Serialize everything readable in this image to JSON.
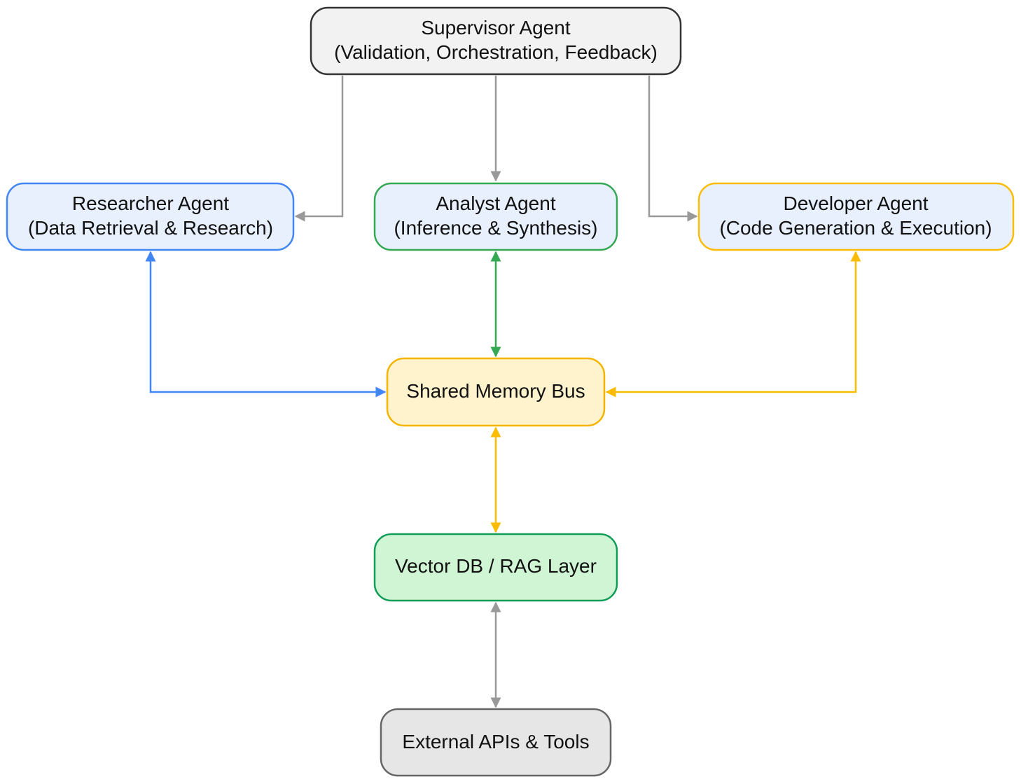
{
  "nodes": {
    "supervisor": {
      "line1": "Supervisor Agent",
      "line2": "(Validation, Orchestration, Feedback)",
      "fill": "#f2f2f2",
      "stroke": "#333333"
    },
    "researcher": {
      "line1": "Researcher Agent",
      "line2": "(Data Retrieval & Research)",
      "fill": "#e8f0fe",
      "stroke": "#4285f4"
    },
    "analyst": {
      "line1": "Analyst Agent",
      "line2": "(Inference & Synthesis)",
      "fill": "#e8f0fe",
      "stroke": "#34a853"
    },
    "developer": {
      "line1": "Developer Agent",
      "line2": "(Code Generation & Execution)",
      "fill": "#e8f0fe",
      "stroke": "#fbbc04"
    },
    "memory": {
      "label": "Shared Memory Bus",
      "fill": "#fef3cd",
      "stroke": "#f4b400"
    },
    "vector": {
      "label": "Vector DB / RAG Layer",
      "fill": "#d0f5d4",
      "stroke": "#0f9d58"
    },
    "external": {
      "label": "External APIs & Tools",
      "fill": "#e6e6e6",
      "stroke": "#666666"
    }
  },
  "edge_colors": {
    "supervisor": "#999999",
    "researcher": "#4285f4",
    "analyst": "#34a853",
    "developer": "#fbbc04",
    "memory": "#f4b400",
    "external": "#999999"
  }
}
